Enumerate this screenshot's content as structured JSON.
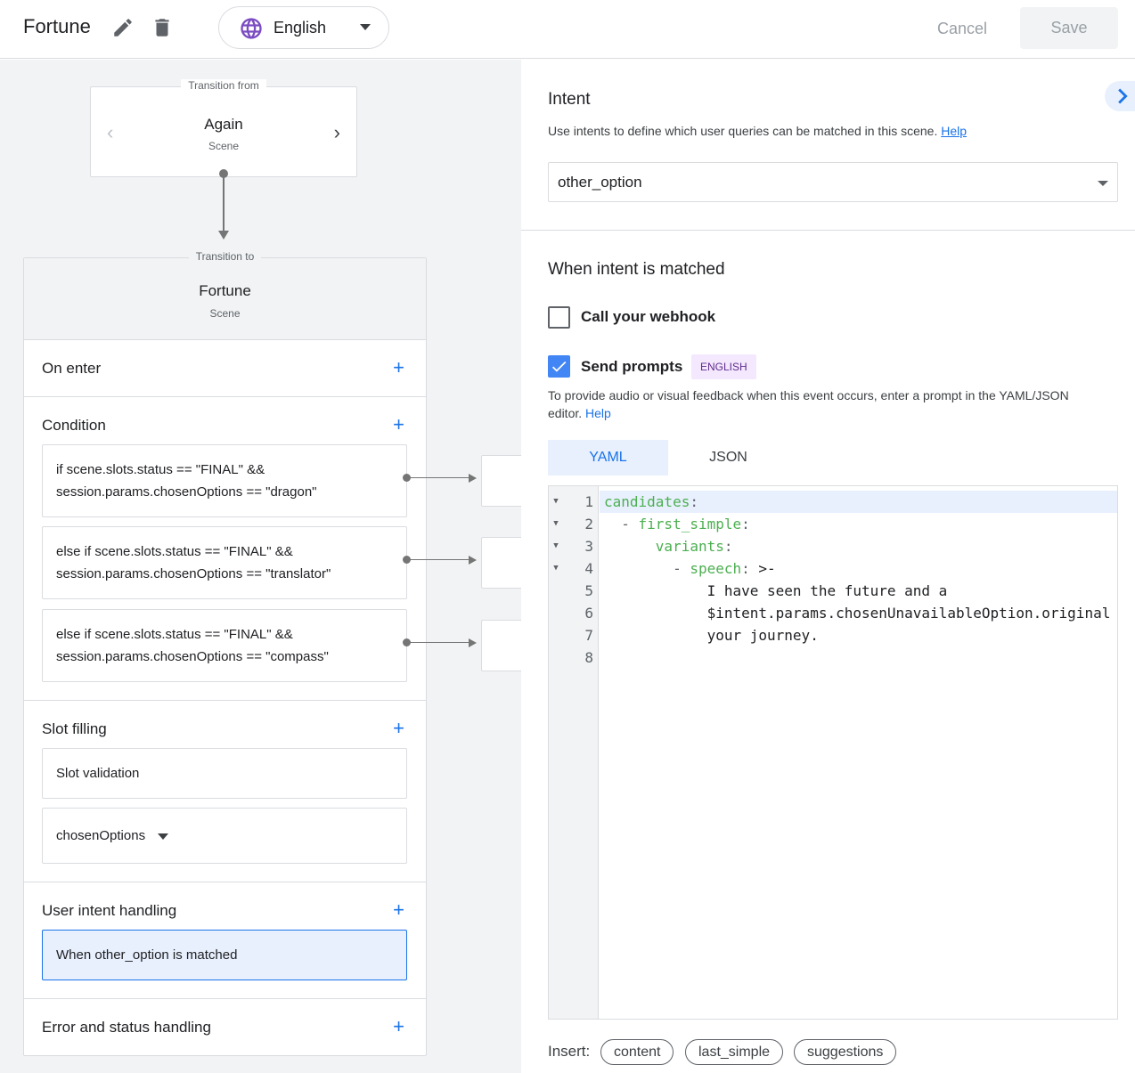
{
  "header": {
    "scene_name": "Fortune",
    "language": "English",
    "cancel_label": "Cancel",
    "save_label": "Save"
  },
  "canvas": {
    "transition_from": {
      "legend": "Transition from",
      "name": "Again",
      "type": "Scene"
    },
    "transition_to": {
      "legend": "Transition to",
      "name": "Fortune",
      "type": "Scene"
    },
    "sections": {
      "on_enter": "On enter",
      "condition": "Condition",
      "slot_filling": "Slot filling",
      "user_intent_handling": "User intent handling",
      "error_status_handling": "Error and status handling"
    },
    "conditions": [
      {
        "line1": "if scene.slots.status == \"FINAL\" &&",
        "line2": "session.params.chosenOptions == \"dragon\""
      },
      {
        "line1": "else if scene.slots.status == \"FINAL\" &&",
        "line2": "session.params.chosenOptions == \"translator\""
      },
      {
        "line1": "else if scene.slots.status == \"FINAL\" &&",
        "line2": "session.params.chosenOptions == \"compass\""
      }
    ],
    "slot_validation": "Slot validation",
    "slot_name": "chosenOptions",
    "intent_handler": "When other_option is matched"
  },
  "panel": {
    "intent_title": "Intent",
    "intent_desc": "Use intents to define which user queries can be matched in this scene.",
    "help": "Help",
    "intent_value": "other_option",
    "matched_title": "When intent is matched",
    "webhook_label": "Call your webhook",
    "webhook_checked": false,
    "prompts_label": "Send prompts",
    "prompts_checked": true,
    "language_chip": "ENGLISH",
    "prompts_desc_1": "To provide audio or visual feedback when this event occurs, enter a prompt in the YAML/JSON",
    "prompts_desc_2": "editor.",
    "tabs": [
      "YAML",
      "JSON"
    ],
    "active_tab": "YAML",
    "editor_lines": [
      {
        "num": "1",
        "fold": true,
        "indent": "",
        "key": "candidates",
        "rest": ""
      },
      {
        "num": "2",
        "fold": true,
        "indent": "  - ",
        "key": "first_simple",
        "rest": ""
      },
      {
        "num": "3",
        "fold": true,
        "indent": "      ",
        "key": "variants",
        "rest": ""
      },
      {
        "num": "4",
        "fold": true,
        "indent": "        - ",
        "key": "speech",
        "rest": " >-"
      },
      {
        "num": "5",
        "fold": false,
        "indent": "            ",
        "key": "",
        "rest": "I have seen the future and a"
      },
      {
        "num": "6",
        "fold": false,
        "indent": "            ",
        "key": "",
        "rest": "$intent.params.chosenUnavailableOption.original will aid you on"
      },
      {
        "num": "7",
        "fold": false,
        "indent": "            ",
        "key": "",
        "rest": "your journey."
      },
      {
        "num": "8",
        "fold": false,
        "indent": "",
        "key": "",
        "rest": ""
      }
    ],
    "insert_label": "Insert:",
    "insert_chips": [
      "content",
      "last_simple",
      "suggestions"
    ]
  }
}
